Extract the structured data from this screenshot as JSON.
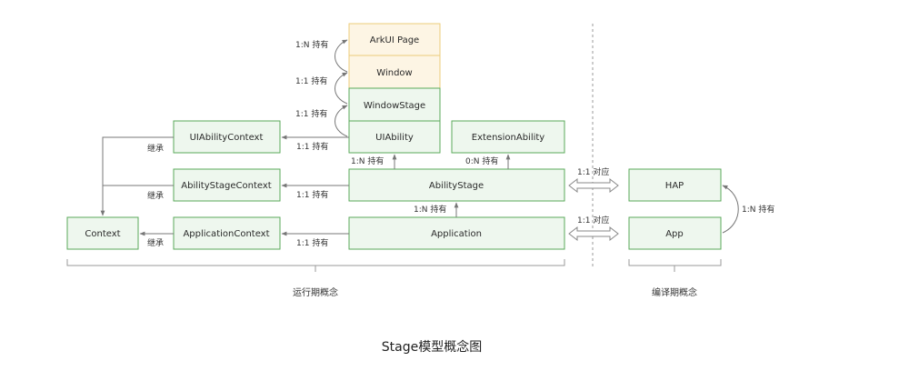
{
  "caption": "Stage模型概念图",
  "colors": {
    "green_fill": "#eef7ee",
    "green_stroke": "#5aaa5a",
    "yellow_fill": "#fdf5e4",
    "yellow_stroke": "#eccc7a",
    "arrow": "#777777",
    "divider": "#999999"
  },
  "boxes": {
    "arkui_page": "ArkUI Page",
    "window": "Window",
    "window_stage": "WindowStage",
    "uiability": "UIAbility",
    "extension_ability": "ExtensionAbility",
    "uiability_context": "UIAbilityContext",
    "ability_stage_context": "AbilityStageContext",
    "ability_stage": "AbilityStage",
    "context": "Context",
    "application_context": "ApplicationContext",
    "application": "Application",
    "hap": "HAP",
    "app": "App"
  },
  "labels": {
    "page_window": "1:N 持有",
    "window_windowstage": "1:1 持有",
    "windowstage_uiability": "1:1 持有",
    "uiability_ctx": "1:1 持有",
    "abilitystage_uiability": "1:N 持有",
    "abilitystage_extension": "0:N 持有",
    "abilitystage_ctx": "1:1 持有",
    "application_abilitystage": "1:N 持有",
    "application_ctx": "1:1 持有",
    "inherit_1": "继承",
    "inherit_2": "继承",
    "inherit_3": "继承",
    "map_1": "1:1 对应",
    "map_2": "1:1 对应",
    "app_hap": "1:N 持有"
  },
  "groups": {
    "runtime": "运行期概念",
    "compile": "编译期概念"
  }
}
